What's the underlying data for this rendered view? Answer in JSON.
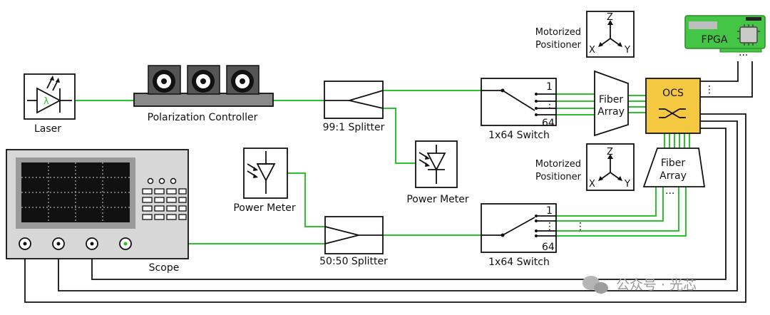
{
  "labels": {
    "laser": "Laser",
    "laser_symbol": "λ",
    "polarization_controller": "Polarization Controller",
    "splitter_99_1": "99:1 Splitter",
    "splitter_50_50": "50:50 Splitter",
    "power_meter_right": "Power Meter",
    "power_meter_left": "Power Meter",
    "switch_top": "1x64 Switch",
    "switch_bottom": "1x64 Switch",
    "switch_port_first": "1",
    "switch_port_last": "64",
    "fiber_array_top_line1": "Fiber",
    "fiber_array_top_line2": "Array",
    "fiber_array_bottom_line1": "Fiber",
    "fiber_array_bottom_line2": "Array",
    "ocs": "OCS",
    "fpga": "FPGA",
    "positioner_top_line1": "Motorized",
    "positioner_top_line2": "Positioner",
    "positioner_bottom_line1": "Motorized",
    "positioner_bottom_line2": "Positioner",
    "axis_z": "Z",
    "axis_x": "X",
    "axis_y": "Y",
    "scope": "Scope",
    "watermark": "公众号 · 光芯"
  },
  "colors": {
    "fiber": "#2dc22d",
    "ocs_fill": "#f5c841",
    "fpga_board": "#45c545",
    "scope_body": "#d7d7d7",
    "scope_screen": "#111111"
  }
}
